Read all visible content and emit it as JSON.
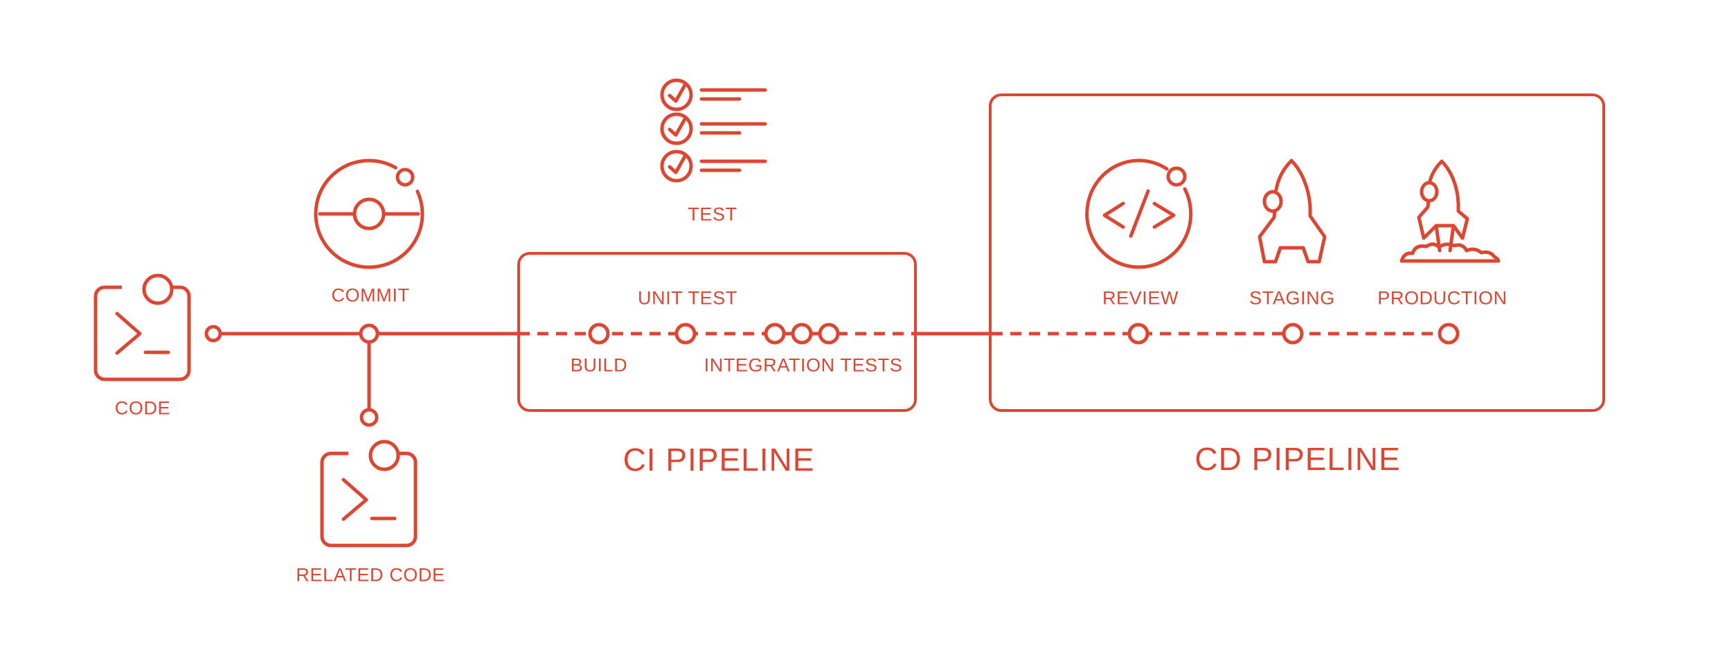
{
  "palette": {
    "accent": "#DC4733",
    "background": "#FFFFFF"
  },
  "stages": {
    "code": {
      "label": "CODE",
      "icon": "terminal-icon"
    },
    "commit": {
      "label": "COMMIT",
      "icon": "git-commit-icon"
    },
    "related_code": {
      "label": "RELATED CODE",
      "icon": "terminal-icon"
    },
    "test": {
      "label": "TEST",
      "icon": "checklist-icon"
    },
    "build": {
      "label": "BUILD"
    },
    "unit_test": {
      "label": "UNIT TEST"
    },
    "integration_tests": {
      "label": "INTEGRATION TESTS"
    },
    "review": {
      "label": "REVIEW",
      "icon": "code-review-icon"
    },
    "staging": {
      "label": "STAGING",
      "icon": "rocket-icon"
    },
    "production": {
      "label": "PRODUCTION",
      "icon": "rocket-launch-icon"
    }
  },
  "sections": {
    "ci_pipeline": {
      "title": "CI PIPELINE"
    },
    "cd_pipeline": {
      "title": "CD PIPELINE"
    }
  }
}
